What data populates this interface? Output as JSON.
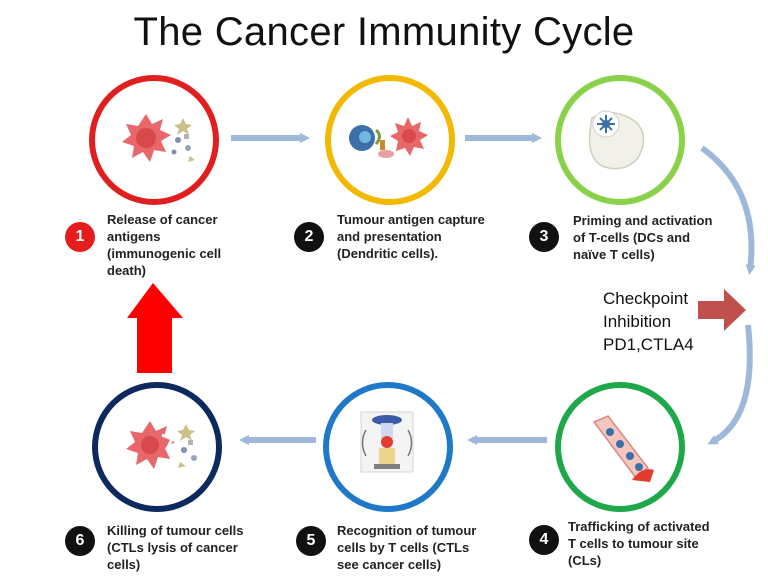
{
  "title": "The Cancer Immunity Cycle",
  "steps": [
    {
      "num": "1",
      "label": "Release of cancer antigens (immunogenic cell death)",
      "ring_color": "#e02020"
    },
    {
      "num": "2",
      "label": "Tumour antigen capture and presentation (Dendritic cells).",
      "ring_color": "#f2b900"
    },
    {
      "num": "3",
      "label": "Priming and activation of T-cells (DCs and naïve T cells)",
      "ring_color": "#8ad14a"
    },
    {
      "num": "4",
      "label": "Trafficking of activated T cells to tumour site (CLs)",
      "ring_color": "#1fa84a"
    },
    {
      "num": "5",
      "label": "Recognition of tumour cells by T cells (CTLs see cancer cells)",
      "ring_color": "#1f78c8"
    },
    {
      "num": "6",
      "label": "Killing of tumour cells (CTLs lysis of cancer cells)",
      "ring_color": "#0d2a5e"
    }
  ],
  "checkpoint": {
    "line1": "Checkpoint",
    "line2": "Inhibition",
    "line3": "PD1,CTLA4"
  },
  "colors": {
    "flow_arrow": "#9db8d8",
    "checkpoint_arrow": "#c0504d",
    "feedback_arrow": "#ff0000",
    "step1_badge": "#e41d1d"
  },
  "icons": [
    "cancer-cell-icon",
    "dendritic-cell-icon",
    "lymph-node-icon",
    "blood-vessel-icon",
    "t-cell-recognition-icon",
    "cell-lysis-icon"
  ]
}
